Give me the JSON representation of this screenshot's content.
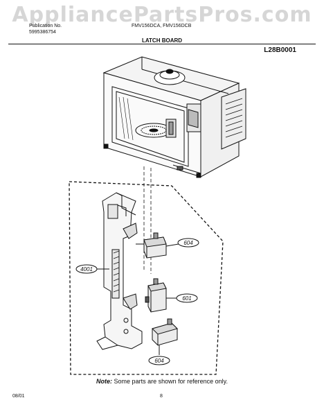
{
  "watermark": "AppliancePartsPros.com",
  "header": {
    "left_line1": "Publication No.",
    "left_line2": "5995386754",
    "center": "FMV156DCA, FMV156DCB",
    "section_title": "LATCH BOARD",
    "figure_code": "L28B0001"
  },
  "callouts": {
    "switch_top": "604",
    "latch_board": "4001",
    "switch_mid": "601",
    "switch_bottom": "604"
  },
  "note": {
    "prefix": "Note:",
    "text": "Some parts are shown for reference only."
  },
  "footer": {
    "date": "08/01",
    "page": "8"
  }
}
